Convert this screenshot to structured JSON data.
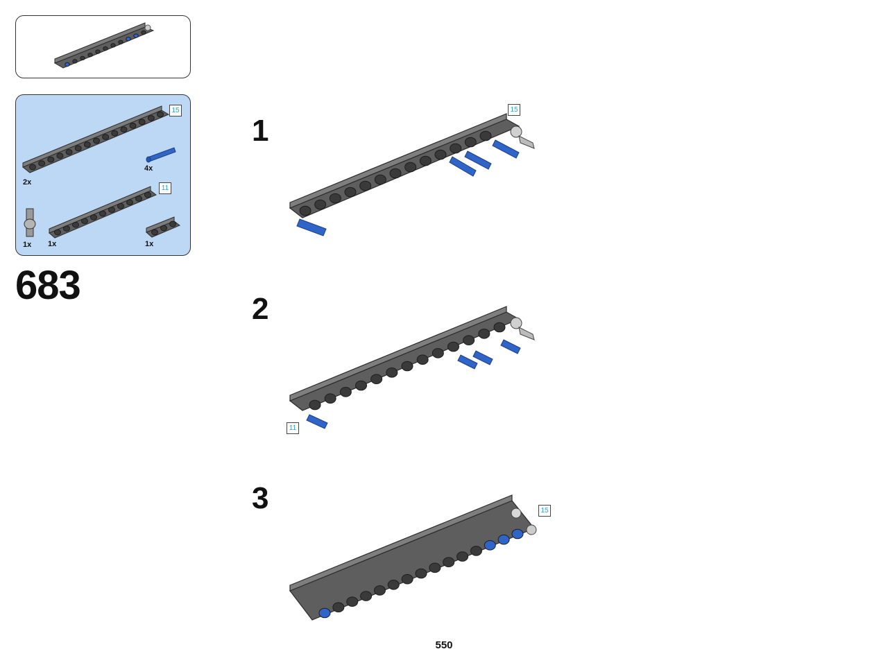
{
  "step": {
    "number": "683"
  },
  "parts_list": {
    "items": [
      {
        "qty": "2x",
        "part": "beam-15",
        "badge": "15"
      },
      {
        "qty": "4x",
        "part": "blue-axle-pin"
      },
      {
        "qty": "1x",
        "part": "axle-connector"
      },
      {
        "qty": "1x",
        "part": "beam-11",
        "badge": "11"
      },
      {
        "qty": "1x",
        "part": "beam-3"
      }
    ]
  },
  "substeps": [
    {
      "label": "1",
      "badge": "15"
    },
    {
      "label": "2",
      "badge": "11"
    },
    {
      "label": "3",
      "badge": "15"
    }
  ],
  "colors": {
    "beam": "#5e5e5e",
    "pin": "#2f65c9",
    "panel": "#bdd8f4",
    "badge_text": "#2a9fd6"
  },
  "page": {
    "number": "550"
  }
}
